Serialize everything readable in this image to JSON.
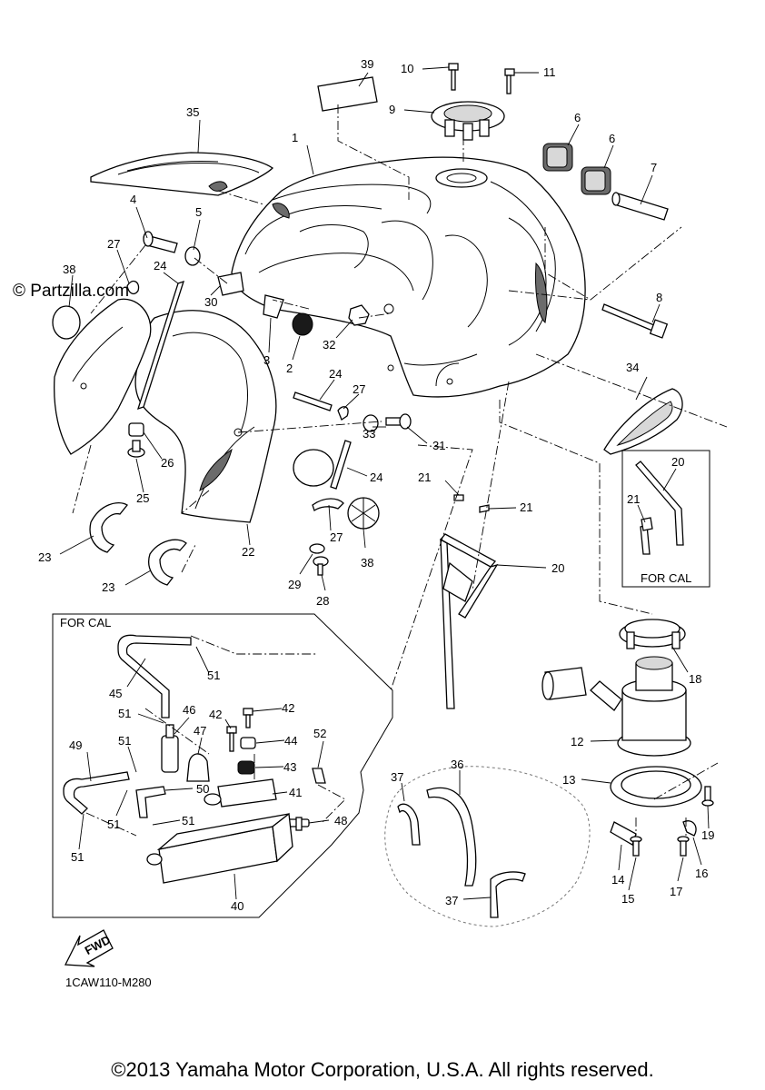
{
  "watermark": "© Partzilla.com",
  "reference": "1CAW110-M280",
  "copyright": "©2013 Yamaha Motor Corporation, U.S.A. All rights reserved.",
  "for_cal_label": "FOR CAL",
  "fwd_label": "FWD",
  "callouts": {
    "c1": "1",
    "c2": "2",
    "c3": "3",
    "c4": "4",
    "c5": "5",
    "c6a": "6",
    "c6b": "6",
    "c7": "7",
    "c8": "8",
    "c9": "9",
    "c10": "10",
    "c11": "11",
    "c12": "12",
    "c13": "13",
    "c14": "14",
    "c15": "15",
    "c16": "16",
    "c17": "17",
    "c18": "18",
    "c19": "19",
    "c20a": "20",
    "c20b": "20",
    "c21a": "21",
    "c21b": "21",
    "c21c": "21",
    "c22": "22",
    "c23a": "23",
    "c23b": "23",
    "c24a": "24",
    "c24b": "24",
    "c24c": "24",
    "c25": "25",
    "c26": "26",
    "c27a": "27",
    "c27b": "27",
    "c27c": "27",
    "c28": "28",
    "c29": "29",
    "c30": "30",
    "c31": "31",
    "c32": "32",
    "c33": "33",
    "c34": "34",
    "c35": "35",
    "c36": "36",
    "c37a": "37",
    "c37b": "37",
    "c38a": "38",
    "c38b": "38",
    "c39": "39",
    "c40": "40",
    "c41": "41",
    "c42a": "42",
    "c42b": "42",
    "c43": "43",
    "c44": "44",
    "c45": "45",
    "c46": "46",
    "c47": "47",
    "c48": "48",
    "c49": "49",
    "c50": "50",
    "c51a": "51",
    "c51b": "51",
    "c51c": "51",
    "c51d": "51",
    "c51e": "51",
    "c51f": "51",
    "c52": "52"
  }
}
